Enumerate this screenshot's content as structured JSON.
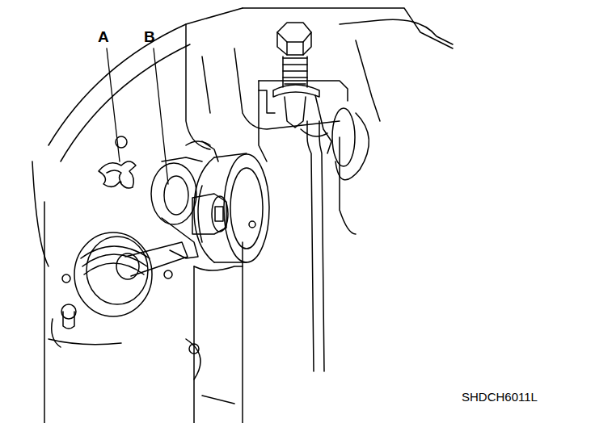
{
  "diagram": {
    "labels": [
      "A",
      "B",
      "SHDCH6011L"
    ]
  }
}
